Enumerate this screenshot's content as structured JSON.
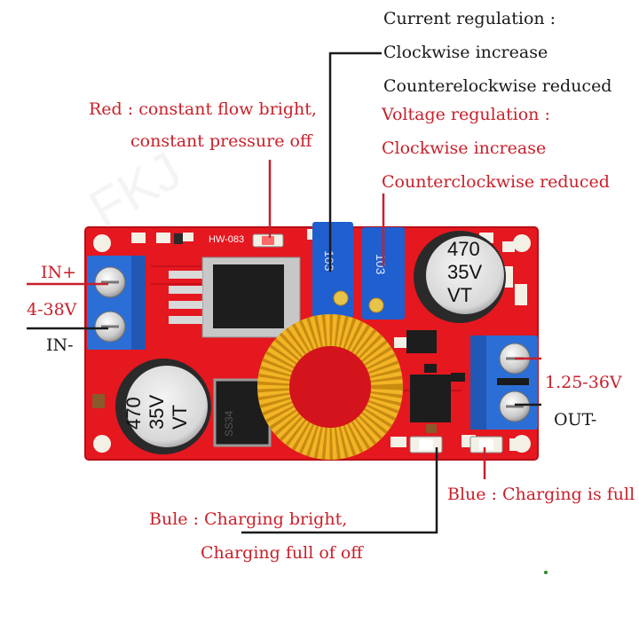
{
  "annotations": {
    "current_title": "Current regulation :",
    "current_cw": "Clockwise increase",
    "current_ccw": "Counterelockwise reduced",
    "red_line1": "Red : constant flow bright,",
    "red_line2": "constant pressure off",
    "voltage_title": "Voltage regulation :",
    "voltage_cw": "Clockwise increase",
    "voltage_ccw": "Counterclockwise reduced",
    "in_plus": "IN+",
    "in_range": "4-38V",
    "in_minus": "IN-",
    "out_range": "1.25-36V",
    "out_minus": "OUT-",
    "blue_full": "Blue : Charging is full",
    "bule_line1": "Bule : Charging bright,",
    "bule_line2": "Charging full of off"
  },
  "board": {
    "model": "HW-083",
    "cap_value": "470",
    "cap_voltage": "35V",
    "cap_brand": "VT",
    "pot_code": "103",
    "inductor_label": "SS34"
  },
  "colors": {
    "pcb": "#e5171f",
    "terminal": "#2b6fd6",
    "pot": "#1f5fcf",
    "coil": "#f2b526",
    "label_red": "#c8202a",
    "label_black": "#1a1a1a"
  }
}
